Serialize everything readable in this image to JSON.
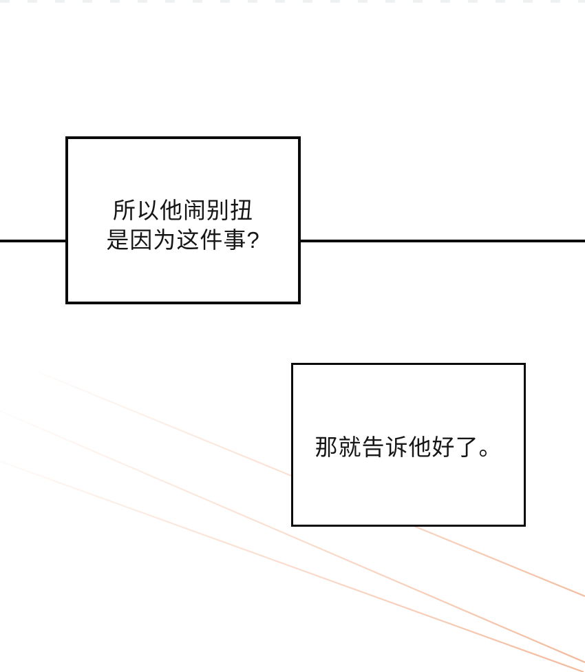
{
  "page": {
    "type": "comic-panel",
    "background_color": "#ffffff"
  },
  "decorations": {
    "top_edge_dashes": {
      "color": "#eef1f2",
      "description": "faint dashed panel edge along top"
    },
    "divider_line": {
      "color": "#0a0a0a"
    },
    "speed_lines": {
      "count": 3,
      "color_strong": "#f3b798",
      "color_faint": "#fbe8dd",
      "direction": "upper-left to lower-right"
    }
  },
  "dialogue": {
    "box1": {
      "border_color": "#0a0a0a",
      "lines": [
        "所以他闹别扭",
        "是因为这件事?"
      ]
    },
    "box2": {
      "border_color": "#0a0a0a",
      "lines": [
        "那就告诉他好了。"
      ]
    }
  }
}
